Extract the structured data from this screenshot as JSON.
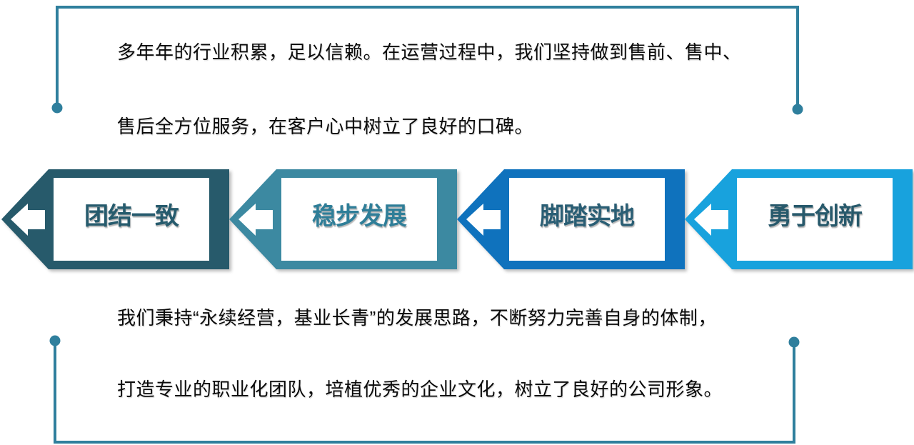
{
  "slide": {
    "top_paragraph": {
      "line1": "多年年的行业积累，足以信赖。在运营过程中，我们坚持做到售前、售中、",
      "line2": "售后全方位服务，在客户心中树立了良好的口碑。"
    },
    "bottom_paragraph": {
      "line1": "我们秉持“永续经营，基业长青”的发展思路，不断努力完善自身的体制，",
      "line2": "打造专业的职业化团队，培植优秀的企业文化，树立了良好的公司形象。"
    },
    "arrows": [
      {
        "label": "团结一致",
        "fill": "#275A6B",
        "label_color": "#265B6D"
      },
      {
        "label": "稳步发展",
        "fill": "#3C89A1",
        "label_color": "#2F7E98"
      },
      {
        "label": "脚踏实地",
        "fill": "#0F72BD",
        "label_color": "#2A5E74"
      },
      {
        "label": "勇于创新",
        "fill": "#18A2DD",
        "label_color": "#27596B"
      }
    ],
    "colors": {
      "bracket": "#2F7F9D",
      "body_text": "#0A0A0A",
      "background": "#FFFFFF",
      "panel": "#FFFFFF",
      "arrow_glyph": "#FFFFFF"
    }
  }
}
